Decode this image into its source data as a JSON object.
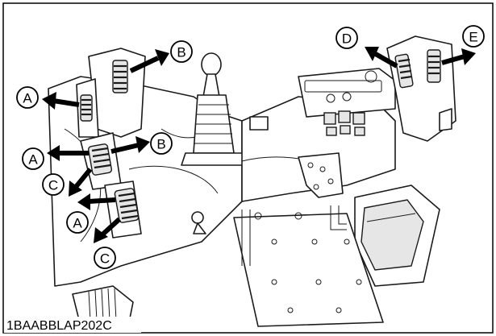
{
  "figure_id": "1BAABBLAP202C",
  "callouts": {
    "A1": "A",
    "A2": "A",
    "A3": "A",
    "B1": "B",
    "B2": "B",
    "C1": "C",
    "C2": "C",
    "D": "D",
    "E": "E"
  },
  "colors": {
    "line": "#1a1a1a",
    "arrow": "#000000",
    "background": "#ffffff"
  }
}
